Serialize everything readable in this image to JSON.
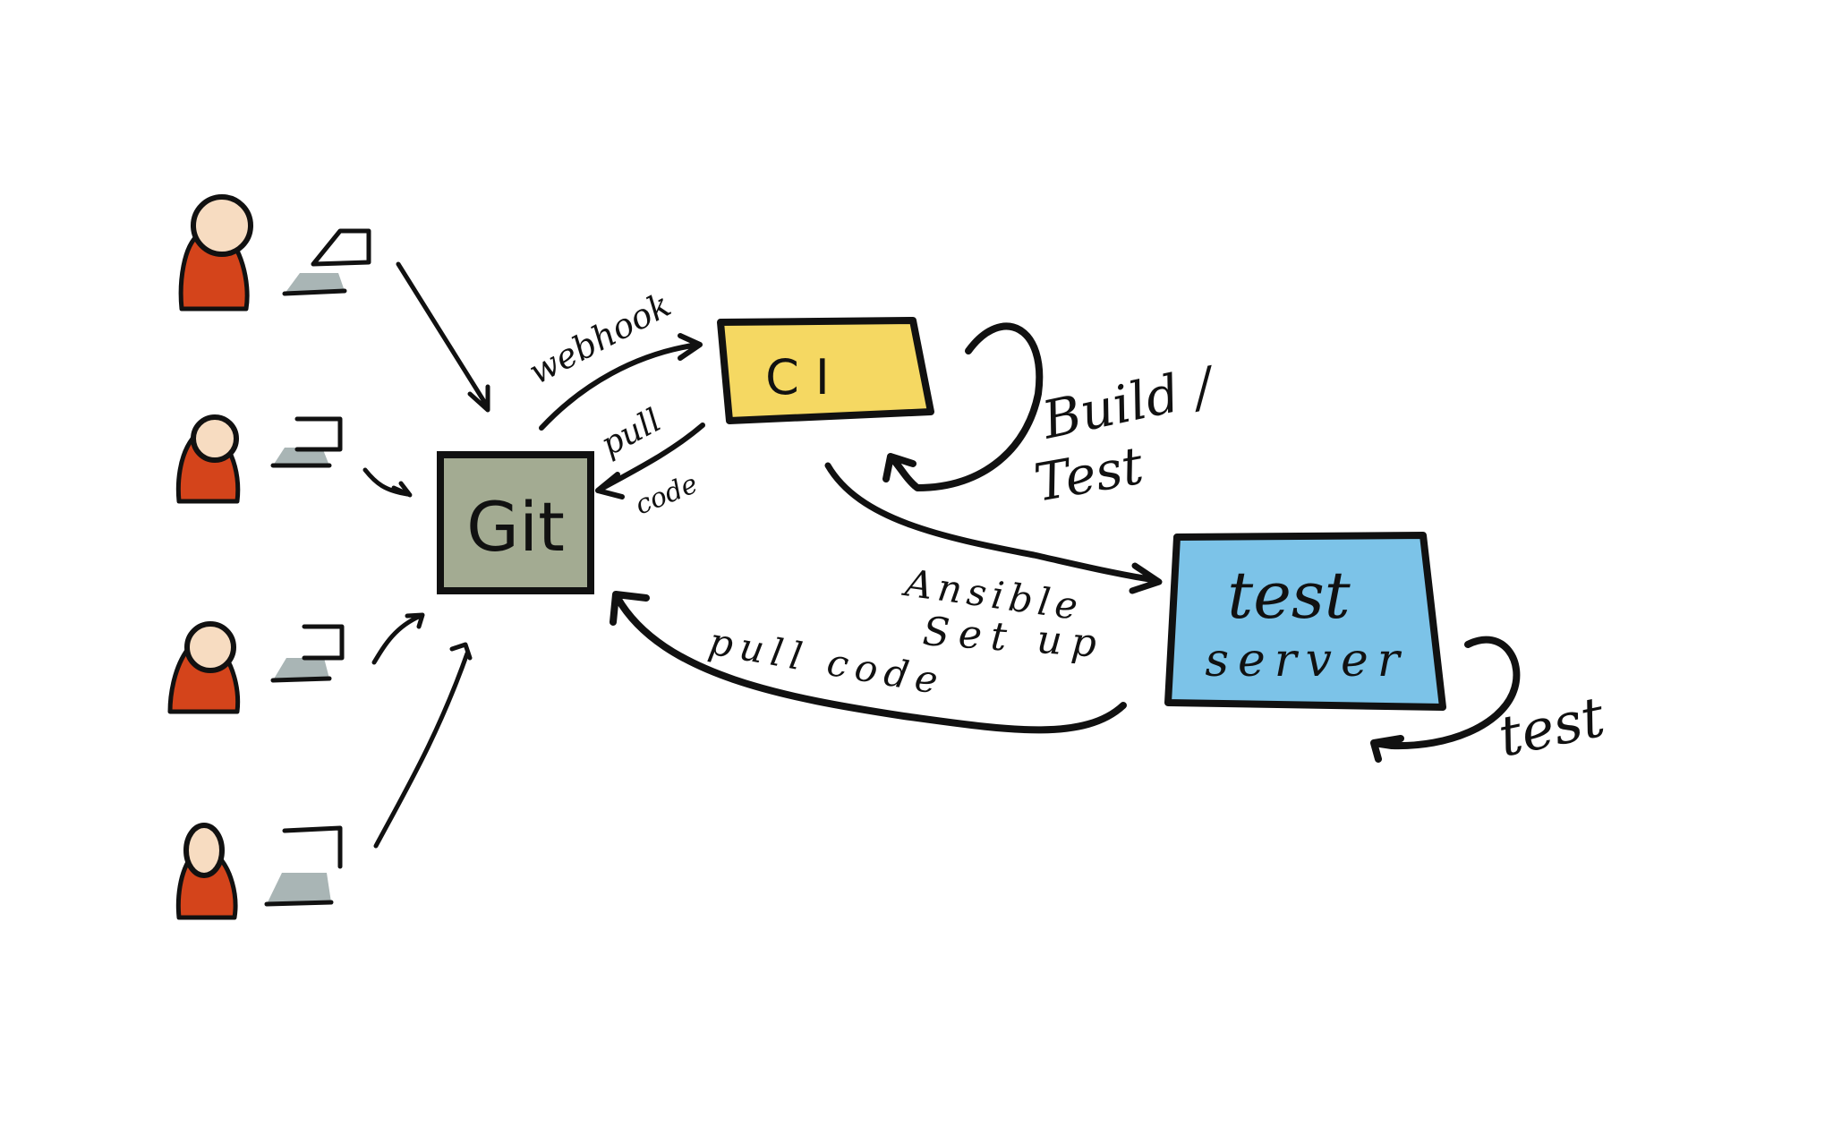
{
  "nodes": {
    "git": {
      "label": "Git",
      "color": "#a3ab92"
    },
    "ci": {
      "label": "CI",
      "color": "#f5d862"
    },
    "test_server": {
      "label_line1": "test",
      "label_line2": "server",
      "color": "#7cc3e8"
    }
  },
  "edges": {
    "webhook": "webhook",
    "pull_code_ci_line1": "pull",
    "pull_code_ci_line2": "code",
    "build_test_line1": "Build /",
    "build_test_line2": "Test",
    "ansible_line1": "Ansible",
    "ansible_line2": "Set up",
    "pull_code_server": "pull code",
    "test_loop": "test"
  },
  "developers": {
    "count": 4,
    "person_color": "#d4441b",
    "skin_color": "#f7dcc1",
    "laptop_color": "#a9b5b5"
  }
}
